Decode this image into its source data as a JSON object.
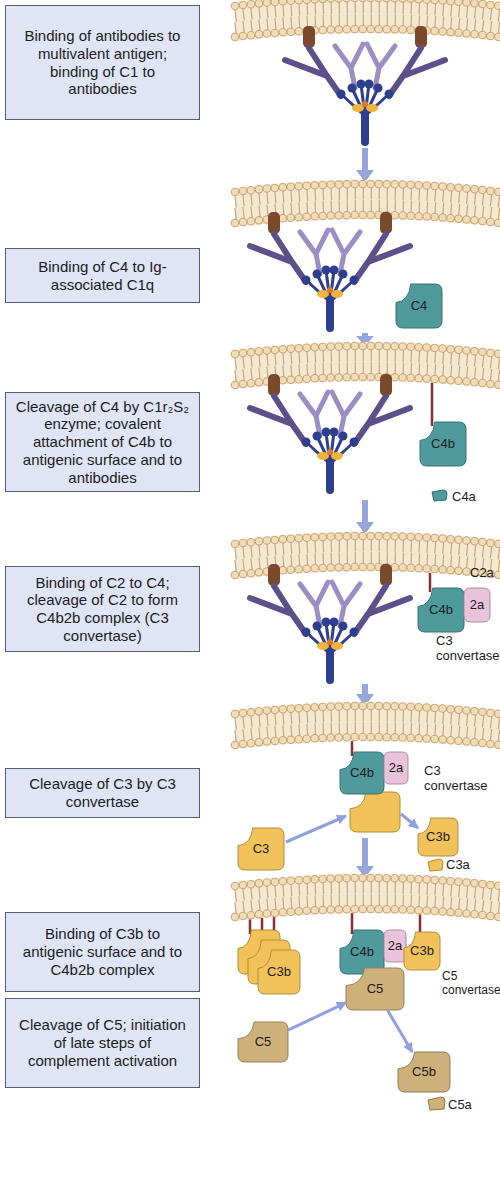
{
  "diagram": {
    "nodes": [
      {
        "text": [
          "Binding of antibodies to multivalent antigen; binding of C1 to antibodies"
        ]
      },
      {
        "text": [
          "Binding of C4 to Ig-associated C1q"
        ]
      },
      {
        "text": [
          "C4"
        ]
      },
      {
        "text": [
          "Cleavage of C4 by C1r₂S₂ enzyme; covalent attachment of C4b to antigenic surface and to antibodies"
        ]
      },
      {
        "text": [
          "C4b"
        ]
      },
      {
        "text": [
          "Binding of C2 to C4; cleavage of C2 to form C4b2b complex (C3 convertase)"
        ]
      },
      {
        "text": [
          "C4b"
        ]
      },
      {
        "text": [
          "2a"
        ]
      },
      {
        "text": [
          "Cleavage of C3 by C3 convertase"
        ]
      },
      {
        "text": [
          "C4b"
        ]
      },
      {
        "text": [
          "2a"
        ]
      },
      {
        "text": [
          "C3"
        ]
      },
      {
        "text": [
          "C3b"
        ]
      },
      {
        "text": [
          "Binding of C3b to antigenic surface and to C4b2b complex"
        ]
      },
      {
        "text": [
          "Cleavage of C5; initiation of late steps of complement activation"
        ]
      },
      {
        "text": [
          "C3b"
        ]
      },
      {
        "text": [
          "C4b"
        ]
      },
      {
        "text": [
          "2a"
        ]
      },
      {
        "text": [
          "C3b"
        ]
      },
      {
        "text": [
          "C5"
        ]
      },
      {
        "text": [
          "C5"
        ]
      },
      {
        "text": [
          "C5b"
        ]
      }
    ],
    "edges": [
      {
        "from": 20,
        "to": 19,
        "arrow": "to"
      },
      {
        "from": 19,
        "to": 21,
        "arrow": "to"
      }
    ],
    "labels": [
      "C4a",
      "C2a",
      "C3 convertase",
      "C3 convertase",
      "C3a",
      "C5 convertase",
      "C5a"
    ]
  }
}
